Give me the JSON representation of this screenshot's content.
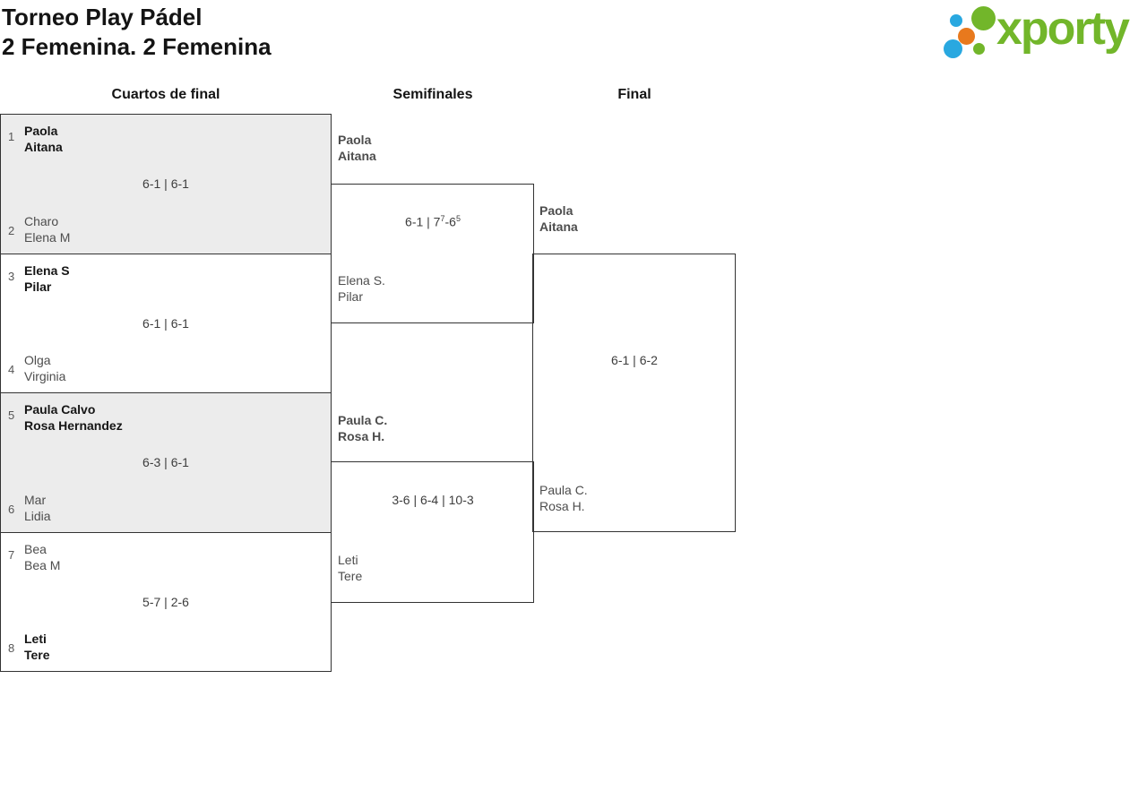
{
  "page": {
    "title": "Torneo Play Pádel",
    "subtitle": "2 Femenina. 2 Femenina"
  },
  "logo": {
    "text": "xporty"
  },
  "columns": {
    "quarterfinals": "Cuartos de final",
    "semifinals": "Semifinales",
    "final": "Final"
  },
  "colors": {
    "logo_green": "#72b62a",
    "logo_blue": "#29a8e0",
    "logo_orange": "#e8791d",
    "match_alt_bg": "#ececec",
    "border": "#333333"
  },
  "quarterfinals": [
    {
      "seed_top": "1",
      "team_top_1": "Paola",
      "team_top_2": "Aitana",
      "score": "6-1 | 6-1",
      "seed_bottom": "2",
      "team_bottom_1": "Charo",
      "team_bottom_2": "Elena M"
    },
    {
      "seed_top": "3",
      "team_top_1": "Elena S",
      "team_top_2": "Pilar",
      "score": "6-1 | 6-1",
      "seed_bottom": "4",
      "team_bottom_1": "Olga",
      "team_bottom_2": "Virginia"
    },
    {
      "seed_top": "5",
      "team_top_1": "Paula Calvo",
      "team_top_2": "Rosa Hernandez",
      "score": "6-3 | 6-1",
      "seed_bottom": "6",
      "team_bottom_1": "Mar",
      "team_bottom_2": "Lidia"
    },
    {
      "seed_top": "7",
      "team_top_1": "Bea",
      "team_top_2": "Bea M",
      "score": "5-7 | 2-6",
      "seed_bottom": "8",
      "team_bottom_1": "Leti",
      "team_bottom_2": "Tere"
    }
  ],
  "semifinals": [
    {
      "team_top_1": "Paola",
      "team_top_2": "Aitana",
      "score_a": "6-1 | 7",
      "score_sup_a": "7",
      "score_b": "-6",
      "score_sup_b": "5",
      "team_bottom_1": "Elena S.",
      "team_bottom_2": "Pilar"
    },
    {
      "team_top_1": "Paula C.",
      "team_top_2": "Rosa H.",
      "score": "3-6 | 6-4 | 10-3",
      "team_bottom_1": "Leti",
      "team_bottom_2": "Tere"
    }
  ],
  "final": {
    "team_top_1": "Paola",
    "team_top_2": "Aitana",
    "score": "6-1 | 6-2",
    "team_bottom_1": "Paula C.",
    "team_bottom_2": "Rosa H."
  }
}
